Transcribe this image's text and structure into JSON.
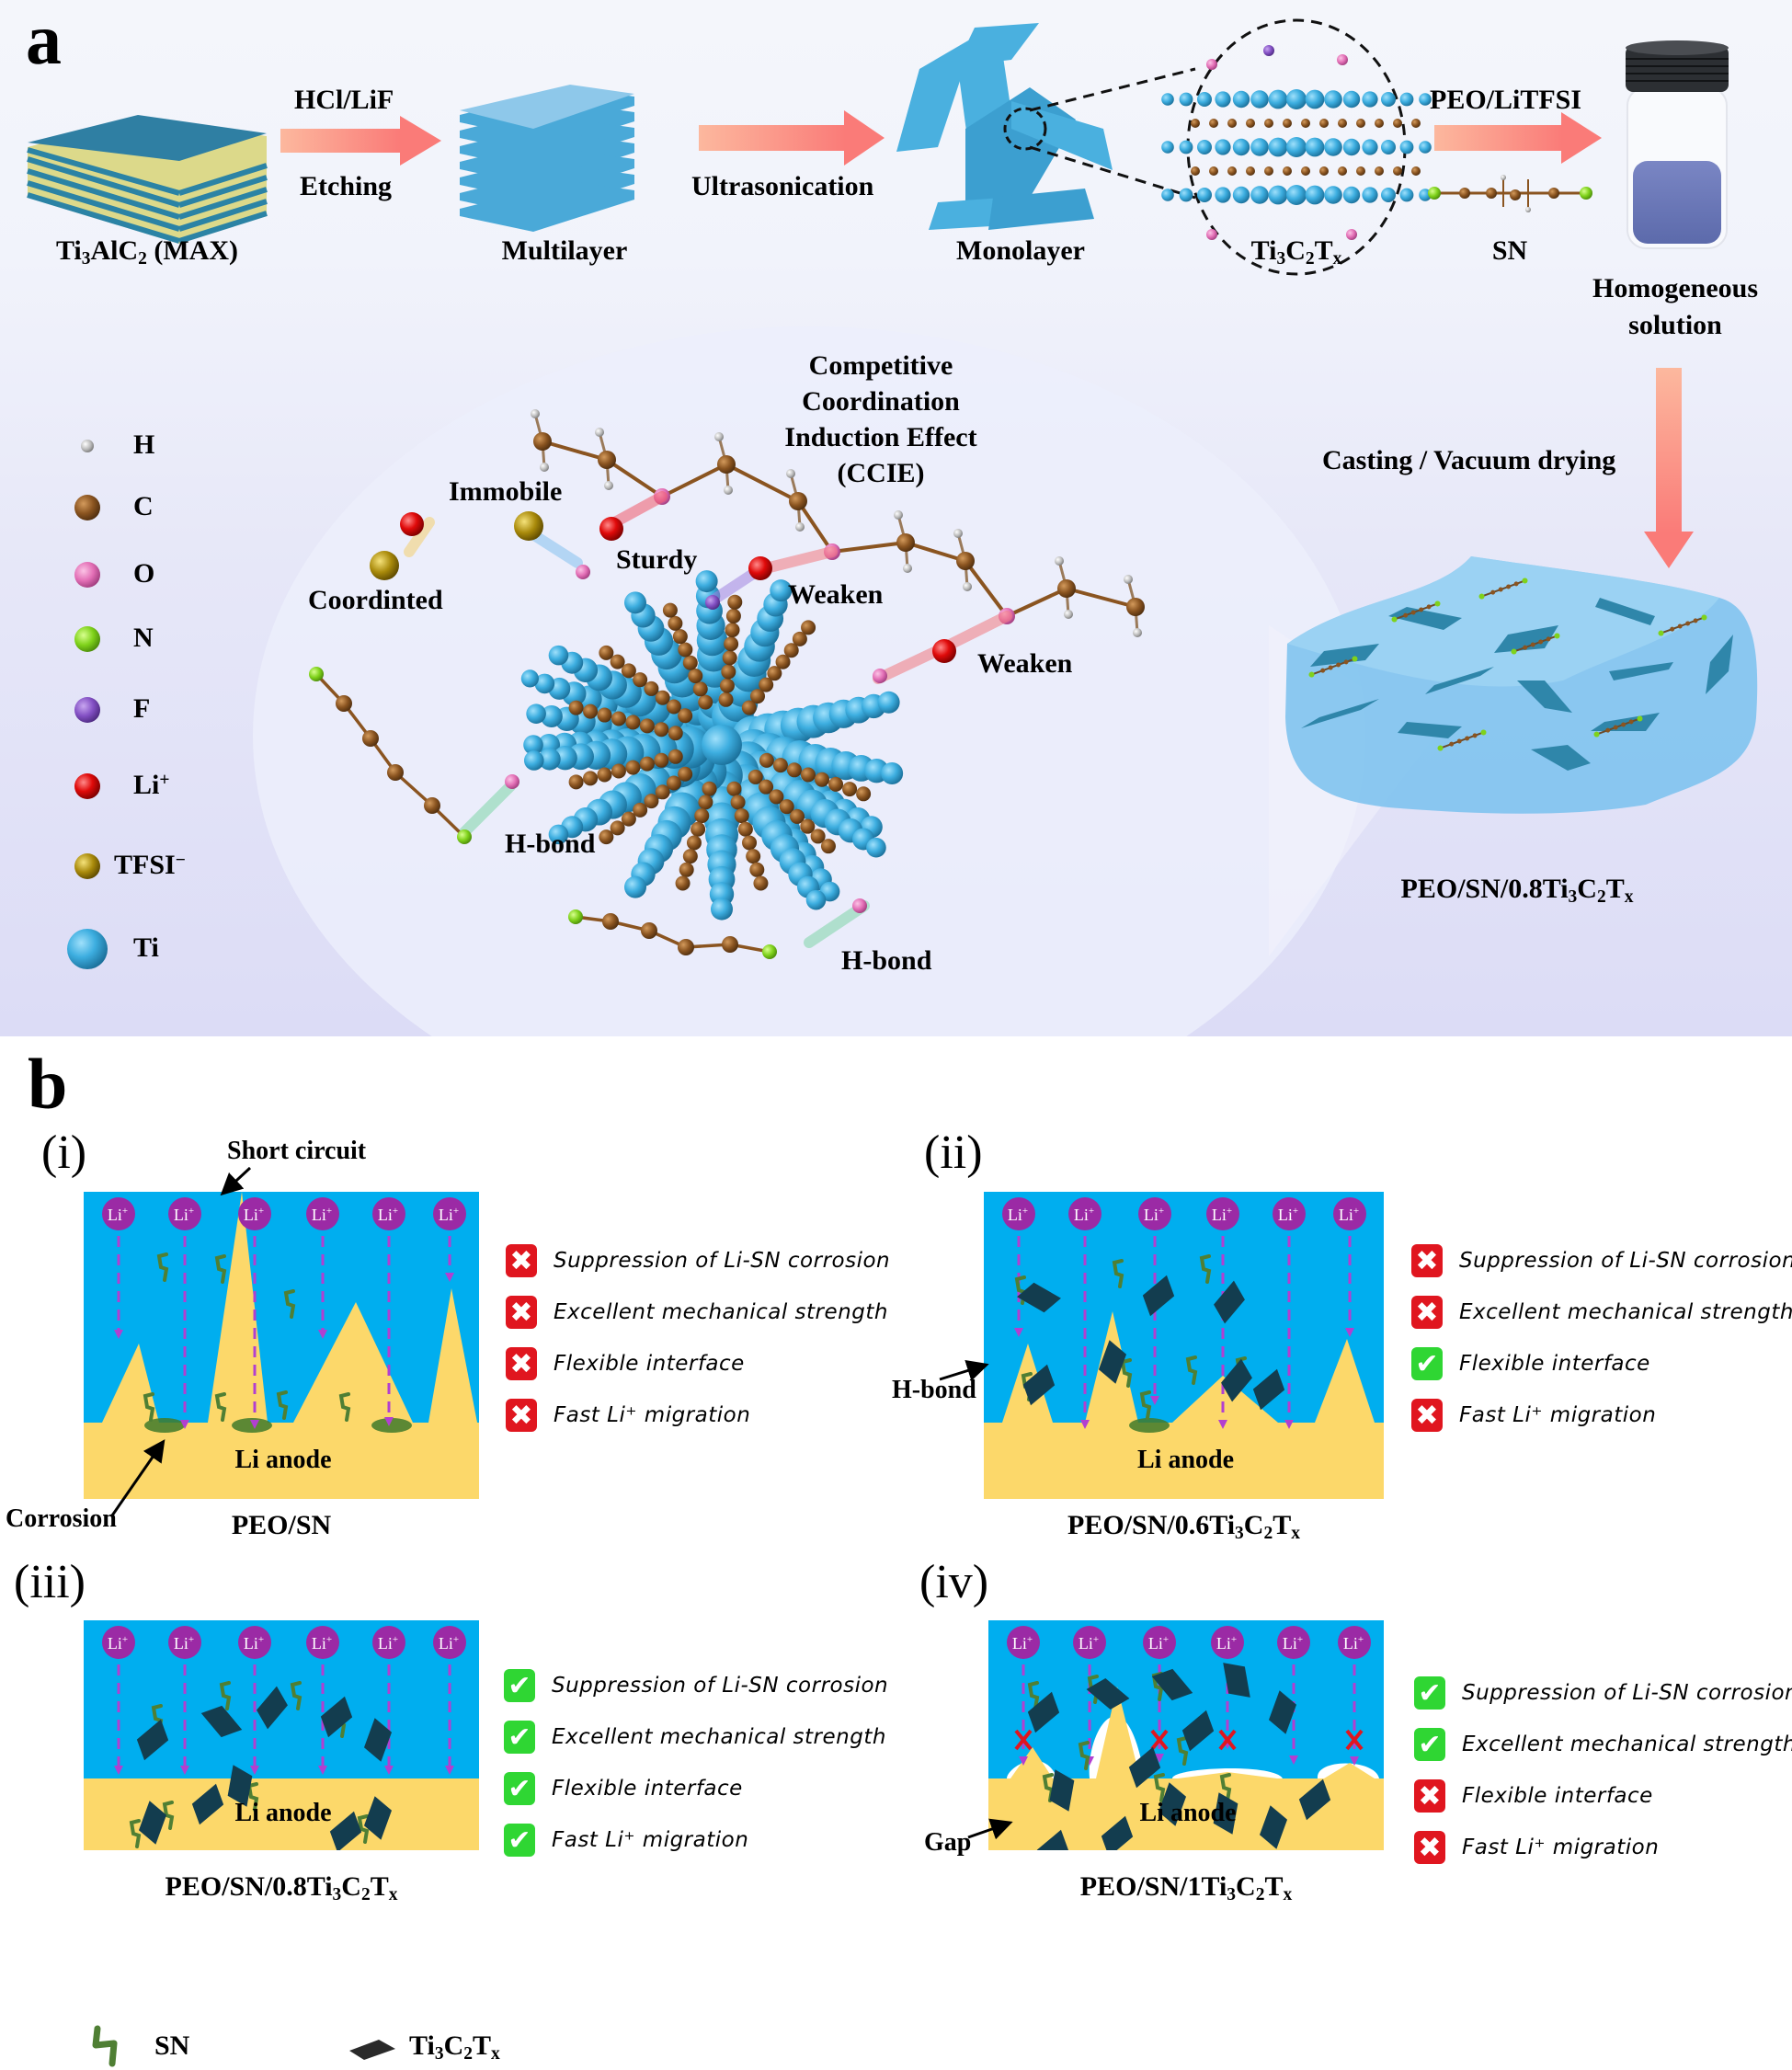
{
  "figure": {
    "panel_a_label": "a",
    "panel_b_label": "b"
  },
  "synthesis": {
    "steps": [
      {
        "name": "max",
        "label_main": "Ti",
        "label_sub1": "3",
        "label_mid": "AlC",
        "label_sub2": "2",
        "label_tail": " (MAX)"
      },
      {
        "name": "multilayer",
        "label": "Multilayer"
      },
      {
        "name": "monolayer",
        "label": "Monolayer"
      },
      {
        "name": "mxene",
        "label_main": "Ti",
        "label_sub1": "3",
        "label_mid": "C",
        "label_sub2": "2",
        "label_tail": "T",
        "label_sub3": "x"
      },
      {
        "name": "sn",
        "label": "SN"
      },
      {
        "name": "solution",
        "label_line1": "Homogeneous",
        "label_line2": "solution"
      }
    ],
    "arrows": [
      {
        "above": "HCl/LiF",
        "below": "Etching"
      },
      {
        "below": "Ultrasonication"
      },
      {
        "above": "PEO/LiTFSI"
      },
      {
        "side": "Casting / Vacuum drying"
      }
    ],
    "film_label": {
      "main": "PEO/SN/0.8Ti",
      "sub1": "3",
      "mid": "C",
      "sub2": "2",
      "tail": "T",
      "sub3": "x"
    }
  },
  "legend_atoms": [
    {
      "symbol": "H",
      "color": "#b9b9b9",
      "size": "small"
    },
    {
      "symbol": "C",
      "color": "#8a5420",
      "size": "medium"
    },
    {
      "symbol": "O",
      "color": "#e36fb6",
      "size": "medium"
    },
    {
      "symbol": "N",
      "color": "#7fd21b",
      "size": "medium"
    },
    {
      "symbol": "F",
      "color": "#8350c4",
      "size": "medium"
    },
    {
      "symbol": "Li",
      "sup": "+",
      "color": "#e00a0a",
      "size": "medium"
    },
    {
      "symbol": "TFSI",
      "sup": "−",
      "color": "#a98a0b",
      "size": "medium"
    },
    {
      "symbol": "Ti",
      "color": "#3daee0",
      "size": "large"
    }
  ],
  "mechanism": {
    "title_lines": [
      "Competitive",
      "Coordination",
      "Induction Effect",
      "(CCIE)"
    ],
    "annotations": {
      "immobile": "Immobile",
      "coordinated": "Coordinted",
      "sturdy": "Sturdy",
      "weaken_1": "Weaken",
      "weaken_2": "Weaken",
      "hbond_1": "H-bond",
      "hbond_2": "H-bond"
    }
  },
  "panels": [
    {
      "id": "i",
      "numeral": "(i)",
      "caption": {
        "main": "PEO/SN"
      },
      "anode_label": "Li anode",
      "callouts": [
        "Short circuit",
        "Corrosion"
      ],
      "ion_label": "Li",
      "ion_sup": "+",
      "checks": [
        {
          "text": "Suppression of Li-SN corrosion",
          "ok": false
        },
        {
          "text": "Excellent mechanical strength",
          "ok": false
        },
        {
          "text": "Flexible interface",
          "ok": false
        },
        {
          "text": "Fast Li⁺ migration",
          "ok": false
        }
      ]
    },
    {
      "id": "ii",
      "numeral": "(ii)",
      "caption": {
        "main": "PEO/SN/0.6Ti",
        "sub1": "3",
        "mid": "C",
        "sub2": "2",
        "tail": "T",
        "sub3": "x"
      },
      "anode_label": "Li anode",
      "callouts": [
        "H-bond"
      ],
      "ion_label": "Li",
      "ion_sup": "+",
      "checks": [
        {
          "text": "Suppression of Li-SN corrosion",
          "ok": false
        },
        {
          "text": "Excellent mechanical strength",
          "ok": false
        },
        {
          "text": "Flexible interface",
          "ok": true
        },
        {
          "text": "Fast Li⁺ migration",
          "ok": false
        }
      ]
    },
    {
      "id": "iii",
      "numeral": "(iii)",
      "caption": {
        "main": "PEO/SN/0.8Ti",
        "sub1": "3",
        "mid": "C",
        "sub2": "2",
        "tail": "T",
        "sub3": "x"
      },
      "anode_label": "Li anode",
      "callouts": [],
      "ion_label": "Li",
      "ion_sup": "+",
      "checks": [
        {
          "text": "Suppression of Li-SN corrosion",
          "ok": true
        },
        {
          "text": "Excellent mechanical strength",
          "ok": true
        },
        {
          "text": "Flexible interface",
          "ok": true
        },
        {
          "text": "Fast Li⁺ migration",
          "ok": true
        }
      ]
    },
    {
      "id": "iv",
      "numeral": "(iv)",
      "caption": {
        "main": "PEO/SN/1Ti",
        "sub1": "3",
        "mid": "C",
        "sub2": "2",
        "tail": "T",
        "sub3": "x"
      },
      "anode_label": "Li anode",
      "callouts": [
        "Gap"
      ],
      "ion_label": "Li",
      "ion_sup": "+",
      "checks": [
        {
          "text": "Suppression of Li-SN corrosion",
          "ok": true
        },
        {
          "text": "Excellent mechanical strength",
          "ok": true
        },
        {
          "text": "Flexible interface",
          "ok": false
        },
        {
          "text": "Fast Li⁺ migration",
          "ok": false
        }
      ]
    }
  ],
  "bottom_legend": {
    "sn": "SN",
    "mxene": {
      "main": "Ti",
      "sub1": "3",
      "mid": "C",
      "sub2": "2",
      "tail": "T",
      "sub3": "x"
    }
  },
  "colors": {
    "electrolyte": "#00aeef",
    "anode": "#fcd86a",
    "li_ion": "#9b2aa5",
    "sn_strand": "#4f7f34",
    "mxene_flake": "#133d4f",
    "fail": "#e0161f",
    "pass": "#2fd633",
    "arrow": "#fa857c"
  }
}
